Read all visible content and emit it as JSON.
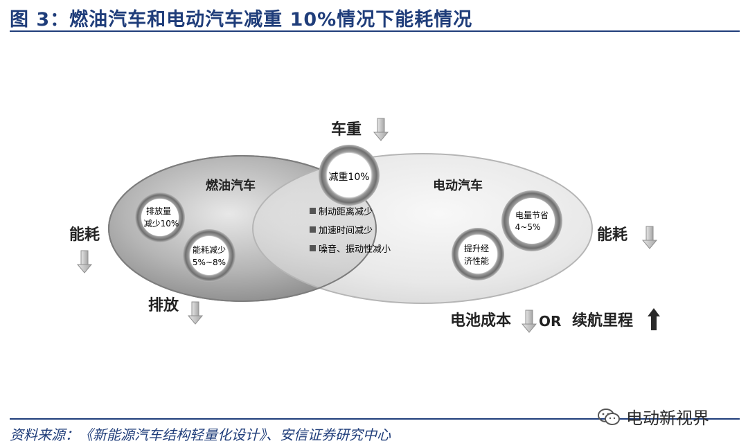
{
  "title": "图 3：燃油汽车和电动汽车减重 10%情况下能耗情况",
  "source": "资料来源：《新能源汽车结构轻量化设计》、安信证券研究中心",
  "watermark": "电动新视界",
  "diagram": {
    "top_label": "车重",
    "center_circle": "减重10%",
    "left_ellipse_title": "燃油汽车",
    "right_ellipse_title": "电动汽车",
    "left_circle_1": [
      "排放量",
      "减少10%"
    ],
    "left_circle_2": [
      "能耗减少",
      "5%~8%"
    ],
    "right_circle_1": [
      "电量节省",
      "4~5%"
    ],
    "right_circle_2": [
      "提升经",
      "济性能"
    ],
    "overlap_items": [
      "制动距离减少",
      "加速时间减少",
      "噪音、振动性减小"
    ],
    "left_side_label": "能耗",
    "right_side_label": "能耗",
    "bottom_left_label": "排放",
    "bottom_right_label_1": "电池成本",
    "bottom_right_or": "OR",
    "bottom_right_label_2": "续航里程"
  },
  "colors": {
    "title": "#1f3d7a",
    "left_ellipse": "#9a9a9a",
    "right_ellipse": "#dcdcdc",
    "arrow": "#bdbdbd"
  },
  "icons": {
    "down_arrow": "down-arrow-icon",
    "up_arrow": "up-arrow-icon",
    "bullet": "square-bullet-icon",
    "watermark_logo": "wechat-logo-icon"
  }
}
